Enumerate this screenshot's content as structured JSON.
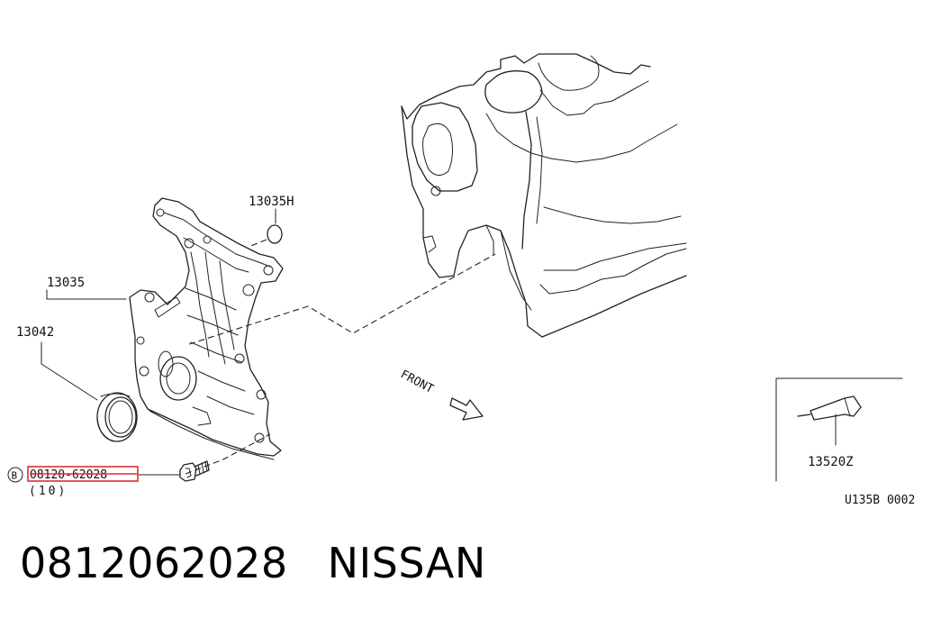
{
  "diagram": {
    "callouts": {
      "oil_seal_part": "13035H",
      "front_cover": "13035",
      "crank_seal": "13042",
      "sealant": "13520Z",
      "bolt_marker": "B",
      "bolt_part": "08120-62028",
      "bolt_qty": "(10)",
      "illustration_code": "U135B 0002"
    },
    "front_label": "FRONT",
    "highlight_color": "#e03030"
  },
  "caption": {
    "part_number": "0812062028",
    "brand": "NISSAN"
  }
}
